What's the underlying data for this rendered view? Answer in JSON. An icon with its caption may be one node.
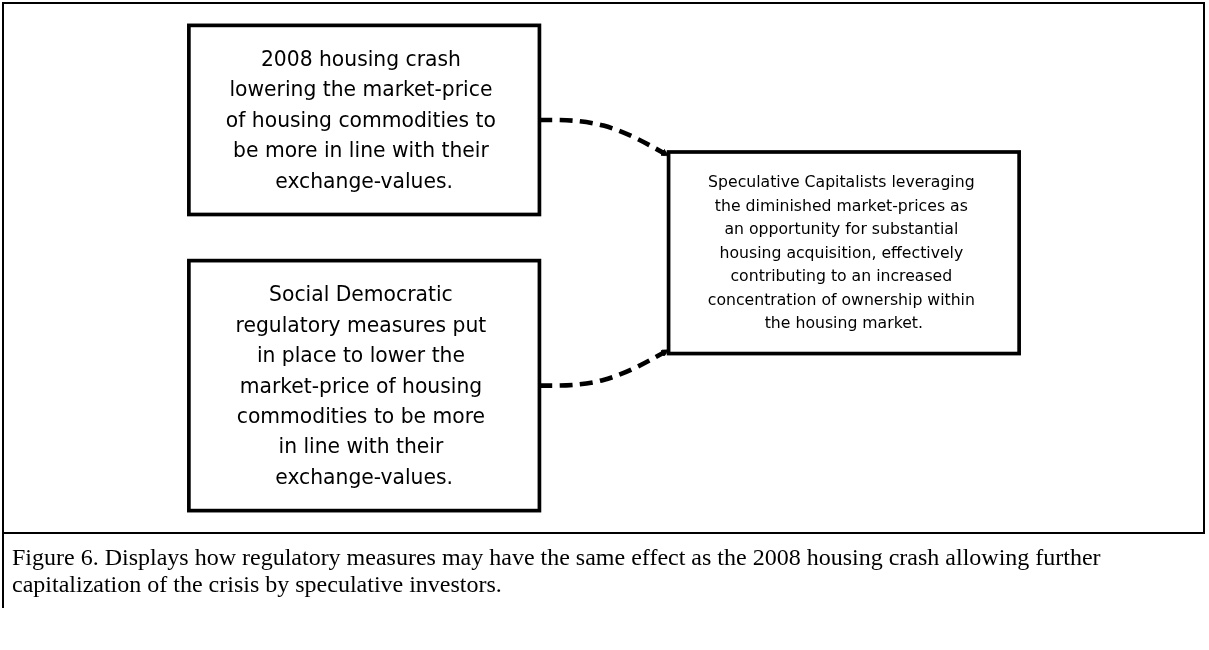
{
  "diagram": {
    "caption": "Figure 6. Displays how regulatory measures may have the same effect as the 2008 housing crash allowing further capitalization of the crisis by speculative investors.",
    "nodes": [
      {
        "text": [
          "2008 housing crash lowering the market-price of housing commodities to be more in line with their exchange-values."
        ]
      },
      {
        "text": [
          "Social Democratic regulatory measures put in place to lower the market-price of housing commodities to be more in line with their exchange-values."
        ]
      },
      {
        "text": [
          "Speculative Capitalists leveraging the diminished market-prices as an opportunity for substantial housing acquisition, effectively contributing to an increased concentration of ownership within the housing market."
        ]
      }
    ],
    "edges": [
      {
        "from": 0,
        "to": 2,
        "arrow": "to",
        "style": "dashed"
      },
      {
        "from": 1,
        "to": 2,
        "arrow": "to",
        "style": "dashed"
      }
    ]
  }
}
